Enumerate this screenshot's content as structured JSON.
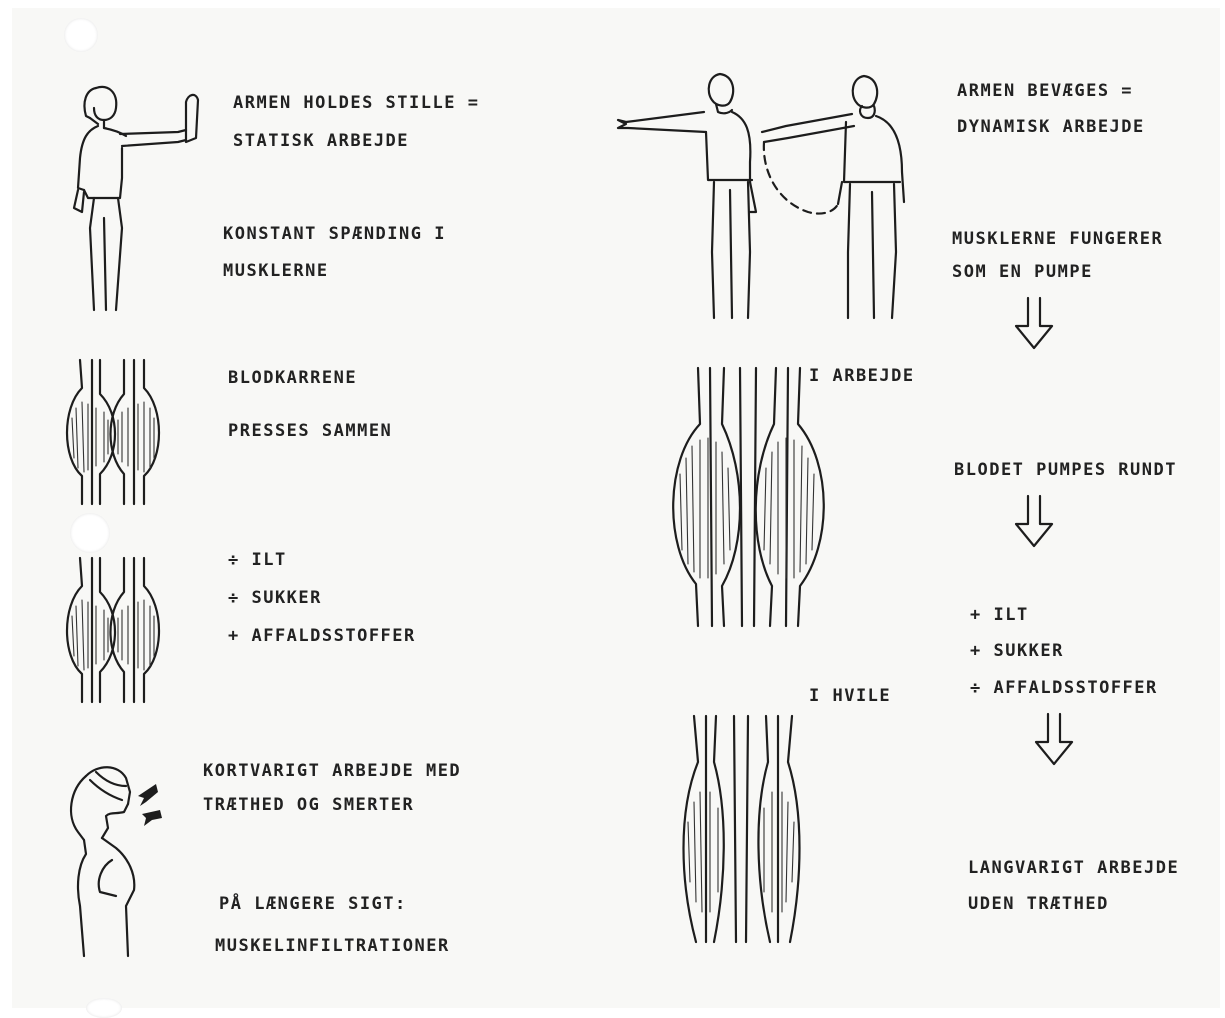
{
  "left_column": {
    "static_caption": [
      "ARMEN HOLDES STILLE =",
      "STATISK ARBEJDE"
    ],
    "tension_caption": [
      "KONSTANT SPÆNDING I",
      "MUSKLERNE"
    ],
    "vessels_caption": [
      "BLODKARRENE",
      "PRESSES SAMMEN"
    ],
    "effects": [
      "÷ ILT",
      "÷ SUKKER",
      "+ AFFALDSSTOFFER"
    ],
    "short_work_caption": [
      "KORTVARIGT ARBEJDE MED",
      "TRÆTHED OG SMERTER"
    ],
    "long_term_caption": [
      "PÅ LÆNGERE SIGT:",
      "MUSKELINFILTRATIONER"
    ]
  },
  "right_column": {
    "dynamic_caption": [
      "ARMEN BEVÆGES =",
      "DYNAMISK ARBEJDE"
    ],
    "pump_caption": [
      "MUSKLERNE FUNGERER",
      "SOM EN PUMPE"
    ],
    "label_working": "I ARBEJDE",
    "blood_caption": "BLODET PUMPES RUNDT",
    "effects": [
      "+ ILT",
      "+ SUKKER",
      "÷ AFFALDSSTOFFER"
    ],
    "label_resting": "I HVILE",
    "long_work_caption": [
      "LANGVARIGT ARBEJDE",
      "UDEN TRÆTHED"
    ]
  },
  "colors": {
    "ink": "#1d1d1d",
    "paper": "#f8f8f6"
  }
}
